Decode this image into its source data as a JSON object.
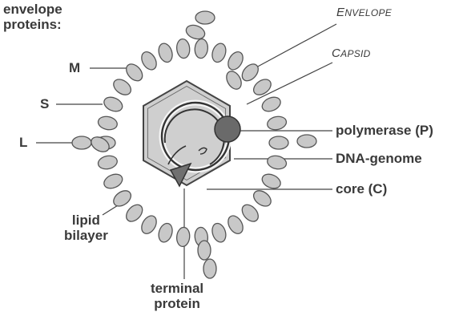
{
  "labels": {
    "envelope_proteins_line1": "envelope",
    "envelope_proteins_line2": "proteins:",
    "m": "M",
    "s": "S",
    "l": "L",
    "envelope_first": "E",
    "envelope_rest": "NVELOPE",
    "capsid_first": "C",
    "capsid_rest": "APSID",
    "polymerase": "polymerase (P)",
    "dna_genome": "DNA-genome",
    "core": "core (C)",
    "lipid_line1": "lipid",
    "lipid_line2": "bilayer",
    "terminal_line1": "terminal",
    "terminal_line2": "protein"
  },
  "colors": {
    "bead_fill": "#c8c8c8",
    "bead_stroke": "#555555",
    "capsid_fill": "#cfcfcf",
    "polymerase_fill": "#6a6a6a",
    "line": "#444444",
    "text": "#3a3a3a"
  }
}
